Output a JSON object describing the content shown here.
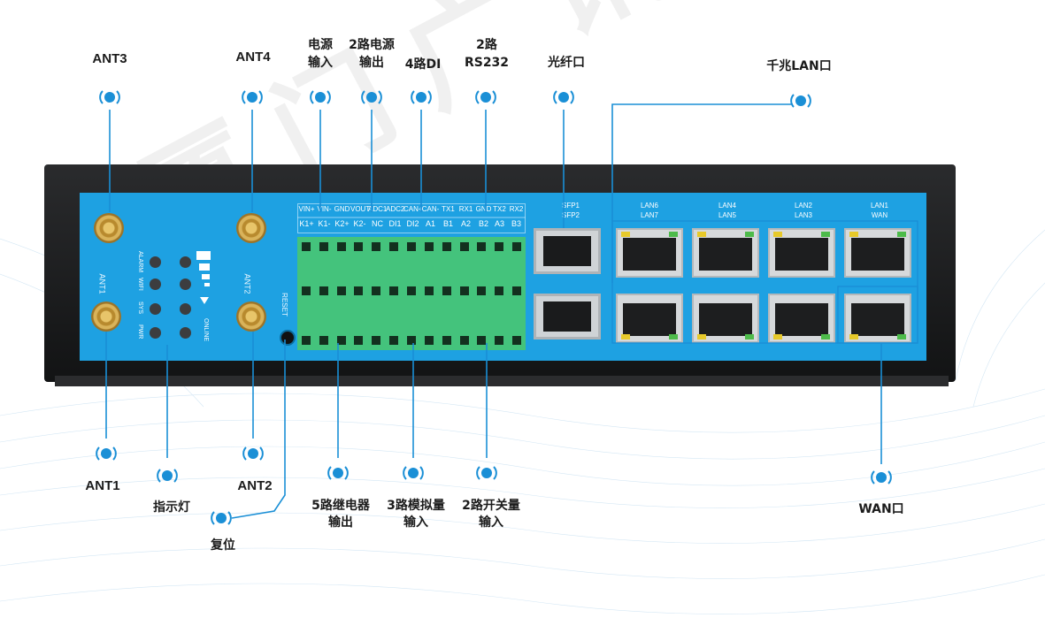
{
  "watermark": "厦门广讯物联科技有限公司",
  "top_callouts": [
    {
      "id": "ant3",
      "lines": [
        "ANT3"
      ]
    },
    {
      "id": "ant4",
      "lines": [
        "ANT4"
      ]
    },
    {
      "id": "power",
      "lines": [
        "电源",
        "输入"
      ]
    },
    {
      "id": "power_out",
      "lines": [
        "2路电源",
        "输出"
      ]
    },
    {
      "id": "di",
      "lines": [
        "4路DI"
      ]
    },
    {
      "id": "rs232",
      "lines": [
        "2路",
        "RS232"
      ]
    },
    {
      "id": "fiber",
      "lines": [
        "光纤口"
      ]
    },
    {
      "id": "gigabit_lan",
      "lines": [
        "千兆LAN口"
      ]
    }
  ],
  "bottom_callouts": [
    {
      "id": "ant1",
      "lines": [
        "ANT1"
      ]
    },
    {
      "id": "indicator",
      "lines": [
        "指示灯"
      ]
    },
    {
      "id": "reset",
      "lines": [
        "复位"
      ]
    },
    {
      "id": "ant2",
      "lines": [
        "ANT2"
      ]
    },
    {
      "id": "relay",
      "lines": [
        "5路继电器",
        "输出"
      ]
    },
    {
      "id": "analog",
      "lines": [
        "3路模拟量",
        "输入"
      ]
    },
    {
      "id": "switch_in",
      "lines": [
        "2路开关量",
        "输入"
      ]
    },
    {
      "id": "wan",
      "lines": [
        "WAN口"
      ]
    }
  ],
  "panel": {
    "antenna_labels": [
      "ANT1",
      "ANT2"
    ],
    "led_labels": [
      "ALARM",
      "WIFI",
      "SYS",
      "PWR",
      "ONLINE"
    ],
    "reset_label": "RESET",
    "terminal_row1": [
      "VIN+",
      "VIN-",
      "GND",
      "VOUT",
      "ADC1",
      "ADC2",
      "CAN+",
      "CAN-",
      "TX1",
      "RX1",
      "GND",
      "TX2",
      "RX2"
    ],
    "terminal_row2": [
      "K1+",
      "K1-",
      "K2+",
      "K2-",
      "NC",
      "DI1",
      "DI2",
      "A1",
      "B1",
      "A2",
      "B2",
      "A3",
      "B3"
    ],
    "sfp_labels": [
      "SFP1",
      "SFP2"
    ],
    "lan_top_labels": [
      "LAN6",
      "LAN4",
      "LAN2",
      "LAN1"
    ],
    "lan_bottom_labels": [
      "LAN7",
      "LAN5",
      "LAN3",
      "WAN"
    ]
  },
  "colors": {
    "accent": "#1ea1e2",
    "callout_line": "#1a8fd6",
    "terminal": "#44c37c",
    "chassis": "#1f2022"
  }
}
